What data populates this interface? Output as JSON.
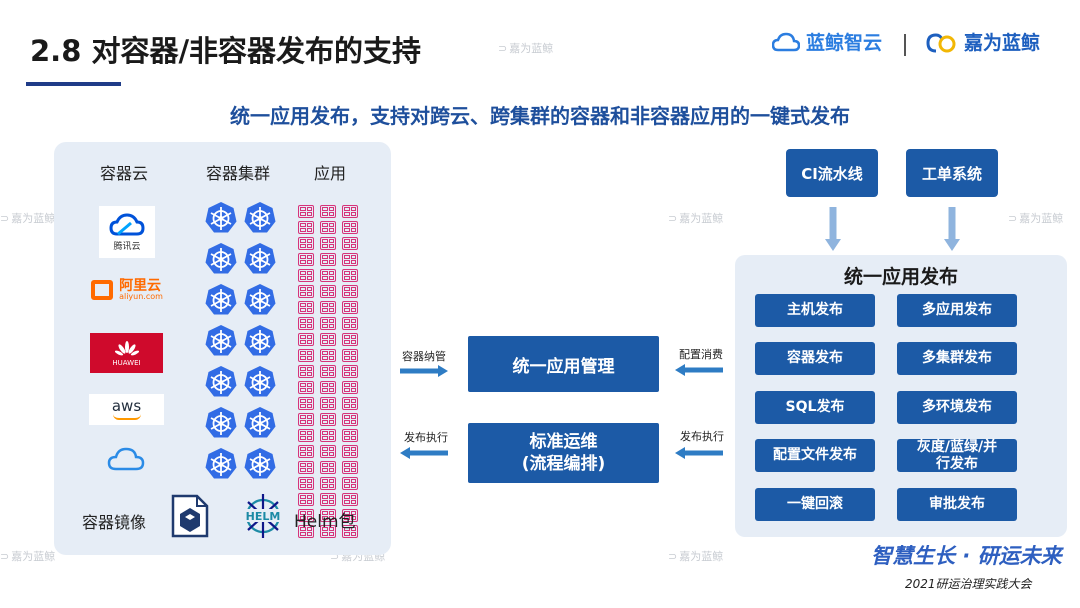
{
  "slide": {
    "title": "2.8 对容器/非容器发布的支持",
    "subtitle": "统一应用发布，支持对跨云、跨集群的容器和非容器应用的一键式发布"
  },
  "brands": {
    "primary": "蓝鲸智云",
    "secondary": "嘉为蓝鲸",
    "watermark": "嘉为蓝鲸"
  },
  "left_panel": {
    "columns": [
      "容器云",
      "容器集群",
      "应用"
    ],
    "clouds": [
      {
        "name": "腾讯云",
        "icon": "tencent-cloud-logo"
      },
      {
        "name": "阿里云",
        "sub": "aliyun.com",
        "icon": "aliyun-logo"
      },
      {
        "name": "HUAWEI",
        "icon": "huawei-logo"
      },
      {
        "name": "aws",
        "icon": "aws-logo"
      },
      {
        "name": "",
        "icon": "generic-cloud-icon"
      }
    ],
    "k8s_count": 14,
    "package_count": 63,
    "mirror_label": "容器镜像",
    "helm_logo_text": "HELM",
    "helm_label": "Helm包"
  },
  "middle": {
    "manage_box": "统一应用管理",
    "ops_box_line1": "标准运维",
    "ops_box_line2": "(流程编排)",
    "left_top_arrow_label": "容器纳管",
    "left_bottom_arrow_label": "发布执行",
    "right_top_arrow_label": "配置消费",
    "right_bottom_arrow_label": "发布执行"
  },
  "right_panel": {
    "source_1": "CI流水线",
    "source_2": "工单系统",
    "title": "统一应用发布",
    "buttons": [
      [
        "主机发布",
        "多应用发布"
      ],
      [
        "容器发布",
        "多集群发布"
      ],
      [
        "SQL发布",
        "多环境发布"
      ],
      [
        "配置文件发布",
        "灰度/蓝绿/并行发布"
      ],
      [
        "一键回滚",
        "审批发布"
      ]
    ]
  },
  "footer": {
    "slogan": "智慧生长 · 研运未来",
    "event": "2021研运治理实践大会"
  },
  "colors": {
    "accent": "#1c5aa6",
    "panel_bg": "#e6edf6",
    "package_pink": "#d6337a",
    "k8s_blue": "#326ce5",
    "arrow_blue": "#2e7cc4",
    "slogan_blue": "#2e5fc0"
  }
}
